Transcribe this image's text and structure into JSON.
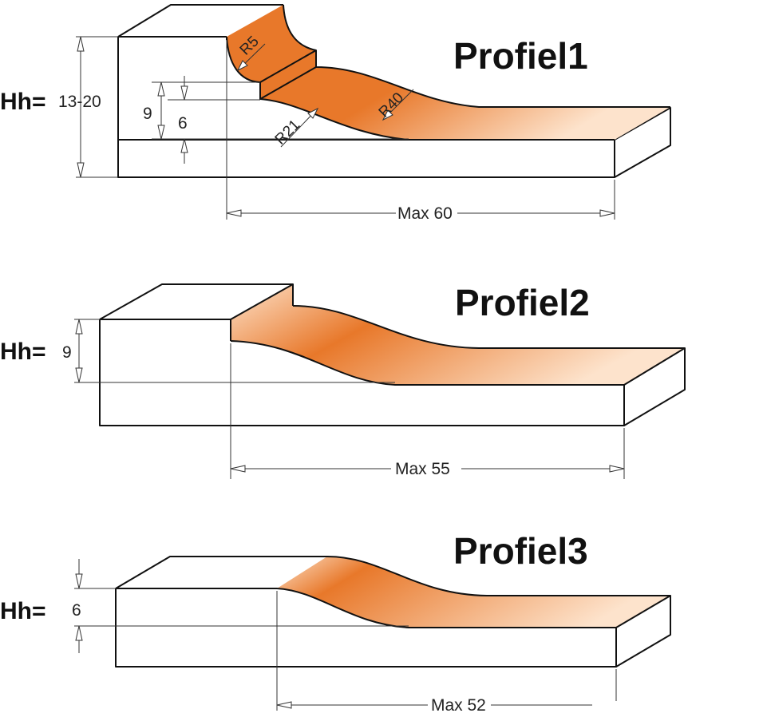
{
  "profiles": [
    {
      "title": "Profiel1",
      "hh_label": "Hh=",
      "hh_value": "13-20",
      "depth_a": "9",
      "depth_b": "6",
      "radius_small": "R5",
      "radius_mid": "R21",
      "radius_large": "R40",
      "width_label": "Max 60"
    },
    {
      "title": "Profiel2",
      "hh_label": "Hh=",
      "hh_value": "9",
      "width_label": "Max 55"
    },
    {
      "title": "Profiel3",
      "hh_label": "Hh=",
      "hh_value": "6",
      "width_label": "Max 52"
    }
  ],
  "colors": {
    "profile_dark": "#e8782a",
    "profile_light": "#fde3cc",
    "outline": "#111111"
  }
}
